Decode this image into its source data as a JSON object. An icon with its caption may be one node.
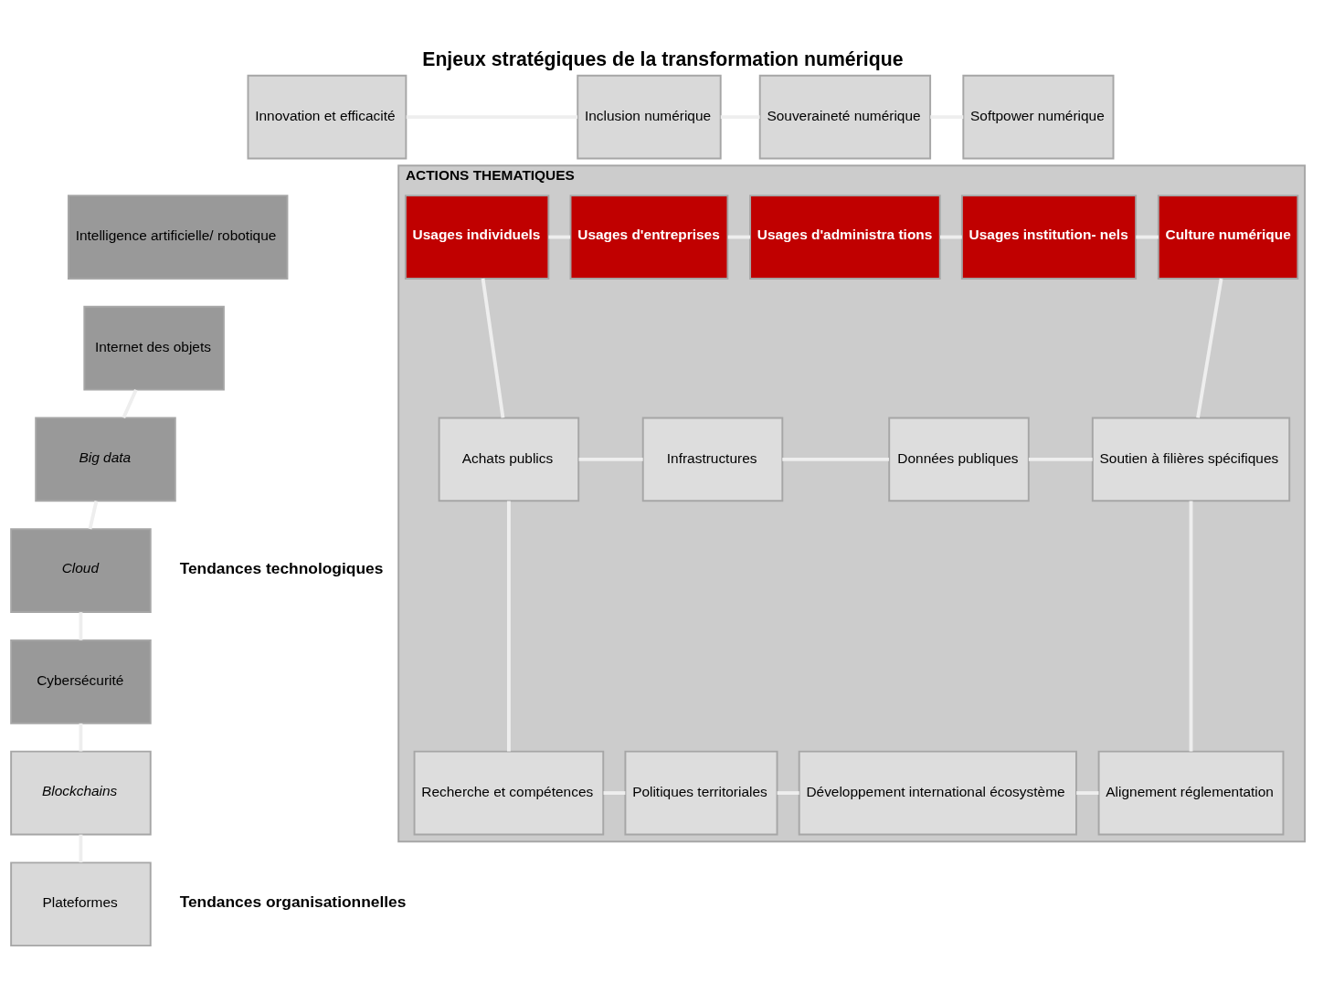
{
  "diagram": {
    "title": "Enjeux stratégiques de la transformation numérique",
    "nodes": [
      {
        "text": [
          "Innovation et efficacité"
        ]
      },
      {
        "text": [
          "Inclusion numérique"
        ]
      },
      {
        "text": [
          "Souveraineté numérique"
        ]
      },
      {
        "text": [
          "Softpower numérique"
        ]
      },
      {
        "text": [
          "Intelligence artificielle/ robotique"
        ]
      },
      {
        "text": [
          "Internet des objets"
        ]
      },
      {
        "text": [
          "Big data"
        ]
      },
      {
        "text": [
          "Cloud"
        ]
      },
      {
        "text": [
          "Cybersécurité"
        ]
      },
      {
        "text": [
          "Blockchains"
        ]
      },
      {
        "text": [
          "Plateformes"
        ]
      },
      {
        "text": [
          "ACTIONS THEMATIQUES"
        ]
      },
      {
        "text": [
          "Usages individuels"
        ],
        "in": 11
      },
      {
        "text": [
          "Usages d'entreprises"
        ],
        "in": 11
      },
      {
        "text": [
          "Usages d'administra tions"
        ],
        "in": 11
      },
      {
        "text": [
          "Usages institution- nels"
        ],
        "in": 11
      },
      {
        "text": [
          "Culture numérique"
        ],
        "in": 11
      },
      {
        "text": [
          "Achats publics"
        ],
        "in": 11
      },
      {
        "text": [
          "Infrastructures"
        ],
        "in": 11
      },
      {
        "text": [
          "Données publiques"
        ],
        "in": 11
      },
      {
        "text": [
          "Soutien à filières spécifiques"
        ],
        "in": 11
      },
      {
        "text": [
          "Recherche et compétences"
        ],
        "in": 11
      },
      {
        "text": [
          "Politiques territoriales"
        ],
        "in": 11
      },
      {
        "text": [
          "Développement international écosystème"
        ],
        "in": 11
      },
      {
        "text": [
          "Alignement réglementation"
        ],
        "in": 11
      }
    ],
    "edges": [
      {
        "from": 0,
        "to": 1,
        "arrow": "none"
      },
      {
        "from": 1,
        "to": 2,
        "arrow": "none"
      },
      {
        "from": 2,
        "to": 3,
        "arrow": "none"
      },
      {
        "from": 5,
        "to": 6,
        "arrow": "none"
      },
      {
        "from": 6,
        "to": 7,
        "arrow": "none"
      },
      {
        "from": 7,
        "to": 8,
        "arrow": "none"
      },
      {
        "from": 8,
        "to": 9,
        "arrow": "none"
      },
      {
        "from": 9,
        "to": 10,
        "arrow": "none"
      },
      {
        "from": 12,
        "to": 13,
        "arrow": "none"
      },
      {
        "from": 13,
        "to": 14,
        "arrow": "none"
      },
      {
        "from": 14,
        "to": 15,
        "arrow": "none"
      },
      {
        "from": 15,
        "to": 16,
        "arrow": "none"
      },
      {
        "from": 12,
        "to": 17,
        "arrow": "none"
      },
      {
        "from": 16,
        "to": 20,
        "arrow": "none"
      },
      {
        "from": 17,
        "to": 18,
        "arrow": "none"
      },
      {
        "from": 18,
        "to": 19,
        "arrow": "none"
      },
      {
        "from": 19,
        "to": 20,
        "arrow": "none"
      },
      {
        "from": 17,
        "to": 21,
        "arrow": "none"
      },
      {
        "from": 20,
        "to": 24,
        "arrow": "none"
      },
      {
        "from": 21,
        "to": 22,
        "arrow": "none"
      },
      {
        "from": 22,
        "to": 23,
        "arrow": "none"
      },
      {
        "from": 23,
        "to": 24,
        "arrow": "none"
      }
    ],
    "labels": [
      "Tendances technologiques",
      "Tendances organisationnelles"
    ]
  }
}
